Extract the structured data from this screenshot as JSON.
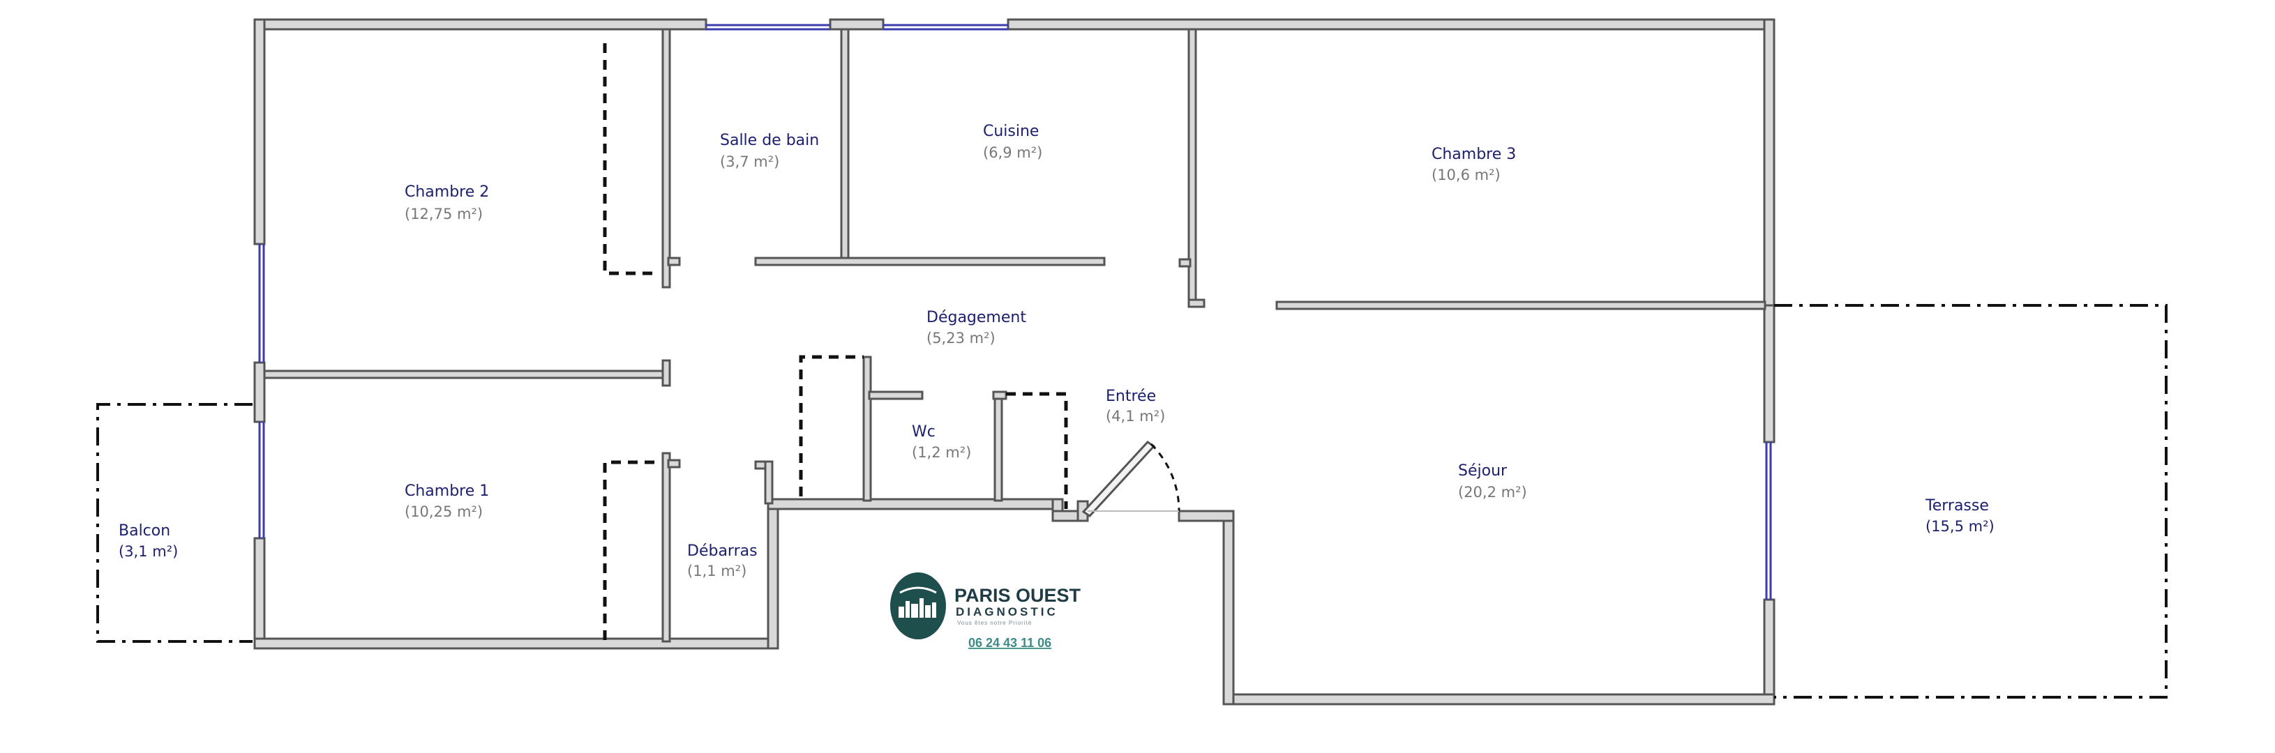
{
  "rooms": {
    "chambre2": {
      "name": "Chambre 2",
      "area": "(12,75 m²)"
    },
    "salle_de_bain": {
      "name": "Salle de bain",
      "area": "(3,7 m²)"
    },
    "cuisine": {
      "name": "Cuisine",
      "area": "(6,9 m²)"
    },
    "chambre3": {
      "name": "Chambre 3",
      "area": "(10,6 m²)"
    },
    "degagement": {
      "name": "Dégagement",
      "area": "(5,23 m²)"
    },
    "entree": {
      "name": "Entrée",
      "area": "(4,1 m²)"
    },
    "wc": {
      "name": "Wc",
      "area": "(1,2 m²)"
    },
    "chambre1": {
      "name": "Chambre 1",
      "area": "(10,25 m²)"
    },
    "debarras": {
      "name": "Débarras",
      "area": "(1,1 m²)"
    },
    "sejour": {
      "name": "Séjour",
      "area": "(20,2 m²)"
    },
    "balcon": {
      "name": "Balcon",
      "area": "(3,1 m²)"
    },
    "terrasse": {
      "name": "Terrasse",
      "area": "(15,5 m²)"
    }
  },
  "logo": {
    "name": "PARIS OUEST",
    "subtitle": "DIAGNOSTIC",
    "tagline": "Vous êtes notre Priorité",
    "phone": "06 24 43 11 06",
    "brand_color": "#1f4f4d"
  },
  "colors": {
    "room_label": "#1b1f6e",
    "area_label": "#777777",
    "wall_fill": "#d9d9d9",
    "window": "#3b3bb0"
  }
}
